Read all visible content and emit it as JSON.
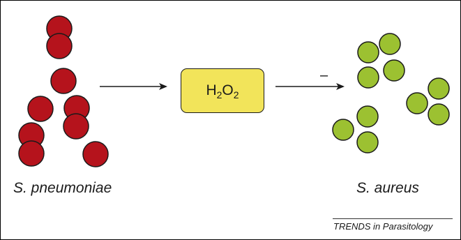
{
  "left_organism": {
    "label": "S. pneumoniae",
    "color": "#b5131c",
    "icon": "red-coccus-cluster"
  },
  "right_organism": {
    "label": "S. aureus",
    "color": "#9cc131",
    "icon": "green-coccus-cluster"
  },
  "molecule": {
    "parts": [
      {
        "text": "H",
        "sub": false
      },
      {
        "text": "2",
        "sub": true
      },
      {
        "text": "O",
        "sub": false
      },
      {
        "text": "2",
        "sub": true
      }
    ],
    "box_color": "#f2e45a"
  },
  "inhibition_sign": "–",
  "credit": "TRENDS in Parasitology"
}
